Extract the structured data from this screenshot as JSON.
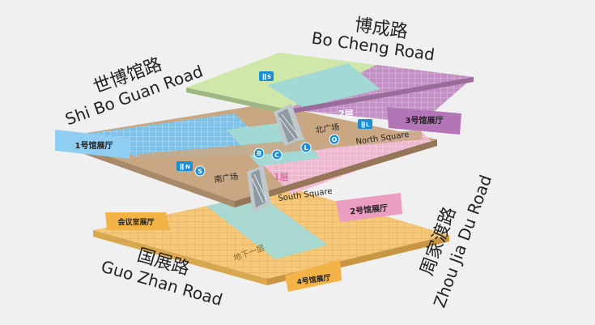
{
  "roads": {
    "north": {
      "cn": "博成路",
      "en": "Bo Cheng Road"
    },
    "west": {
      "cn": "世博馆路",
      "en": "Shi Bo Guan Road"
    },
    "south": {
      "cn": "国展路",
      "en": "Guo Zhan Road"
    },
    "east": {
      "cn": "周家渡路",
      "en": "Zhou Jia Du Road"
    }
  },
  "halls": {
    "hall1": "1号馆展厅",
    "hall2": "2号馆展厅",
    "hall3": "3号馆展厅",
    "hall4": "4号馆展厅",
    "conference": "会议室展厅"
  },
  "squares": {
    "north_cn": "北广场",
    "north_en": "North Square",
    "south_cn": "南广场",
    "south_en": "South Square"
  },
  "floors": {
    "f2": "2层",
    "f1": "1层",
    "b1": "地下一层"
  },
  "markers": {
    "B": "B",
    "C": "C",
    "L": "L",
    "O": "O",
    "S": "S"
  },
  "restrooms": {
    "n": "N",
    "s": "S",
    "l": "L"
  },
  "colors": {
    "green": "#cfe8a9",
    "purple": "#c48fc6",
    "blue": "#7cc3ec",
    "pink": "#f0b7d0",
    "teal": "#a3d9d4",
    "orange": "#f6c877",
    "tan": "#c9a783",
    "marker": "#1a8fd6"
  }
}
